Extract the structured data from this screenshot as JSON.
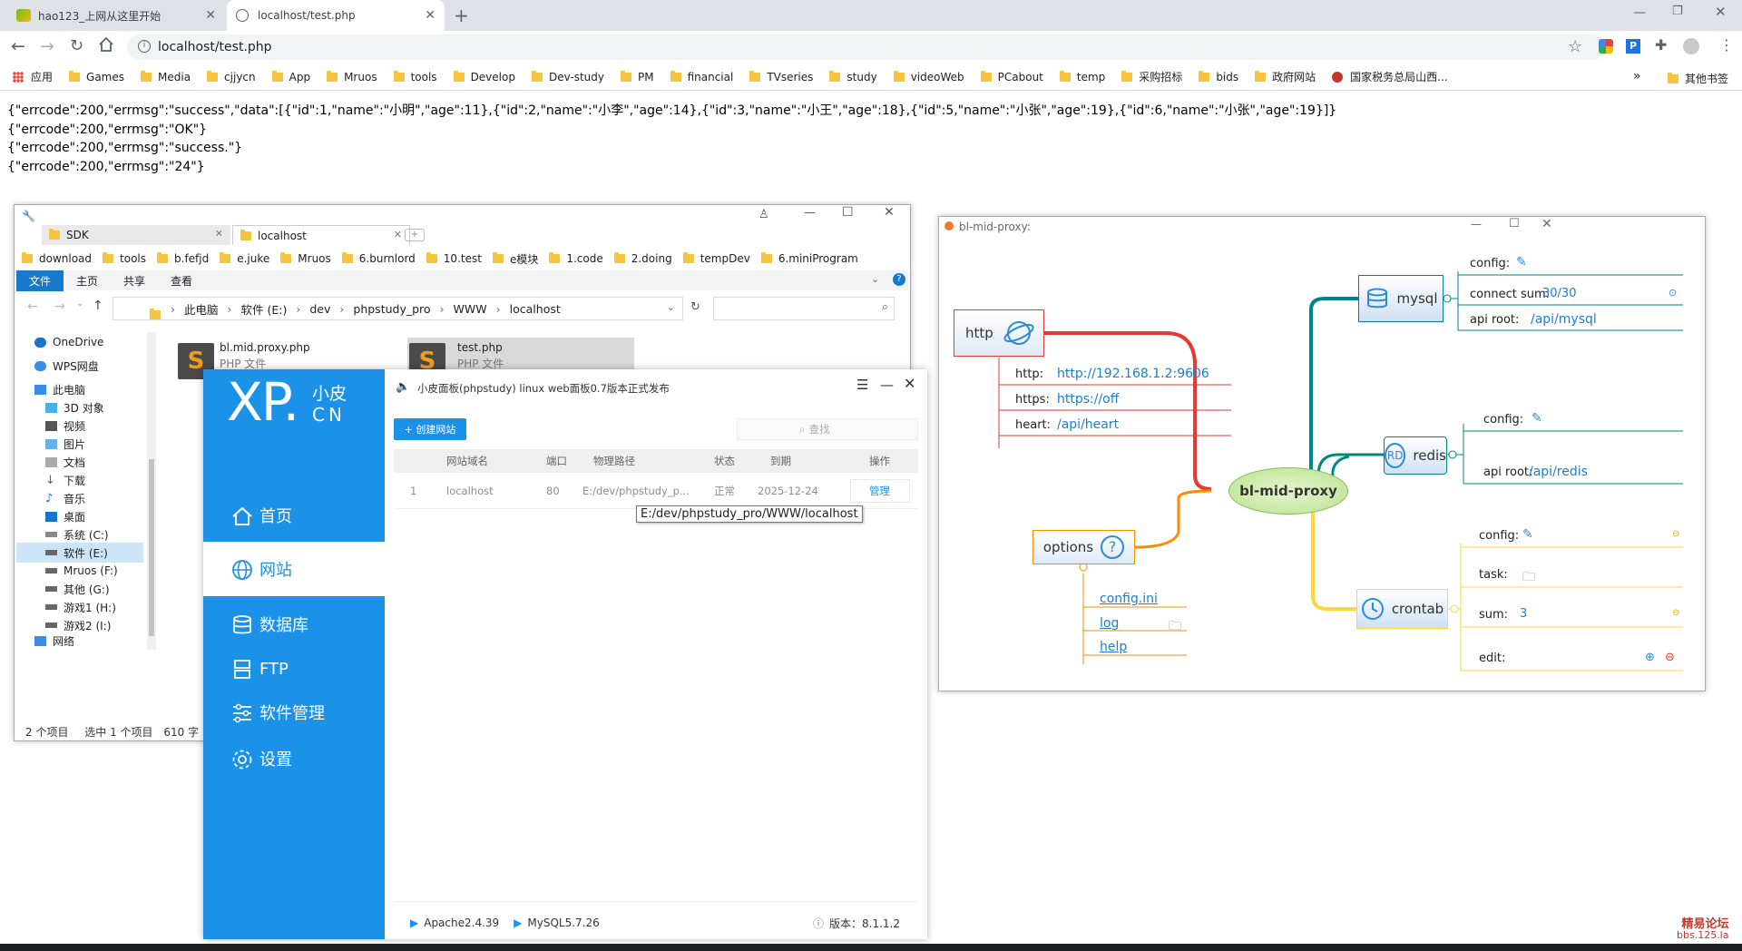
{
  "browser": {
    "tabs": [
      {
        "label": "hao123_上网从这里开始",
        "icon": "hao123-icon"
      },
      {
        "label": "localhost/test.php",
        "icon": "globe-icon"
      }
    ],
    "url": "localhost/test.php",
    "bookmarks": [
      "应用",
      "Games",
      "Media",
      "cjjycn",
      "App",
      "Mruos",
      "tools",
      "Develop",
      "Dev-study",
      "PM",
      "financial",
      "TVseries",
      "study",
      "videoWeb",
      "PCabout",
      "temp",
      "采购招标",
      "bids",
      "政府网站",
      "国家税务总局山西..."
    ],
    "other_bookmarks": "其他书签"
  },
  "page_output": [
    "{\"errcode\":200,\"errmsg\":\"success\",\"data\":[{\"id\":1,\"name\":\"小明\",\"age\":11},{\"id\":2,\"name\":\"小李\",\"age\":14},{\"id\":3,\"name\":\"小王\",\"age\":18},{\"id\":5,\"name\":\"小张\",\"age\":19},{\"id\":6,\"name\":\"小张\",\"age\":19}]}",
    "{\"errcode\":200,\"errmsg\":\"OK\"}",
    "{\"errcode\":200,\"errmsg\":\"success.\"}",
    "{\"errcode\":200,\"errmsg\":\"24\"}"
  ],
  "explorer": {
    "tabs": [
      "SDK",
      "localhost"
    ],
    "quick_folders": [
      "download",
      "tools",
      "b.fefjd",
      "e.juke",
      "Mruos",
      "6.burnlord",
      "10.test",
      "e模块",
      "1.code",
      "2.doing",
      "tempDev",
      "6.miniProgram"
    ],
    "ribbon": [
      "文件",
      "主页",
      "共享",
      "查看"
    ],
    "path": [
      "此电脑",
      "软件 (E:)",
      "dev",
      "phpstudy_pro",
      "WWW",
      "localhost"
    ],
    "nav": [
      "OneDrive",
      "WPS网盘",
      "此电脑",
      "3D 对象",
      "视频",
      "图片",
      "文档",
      "下载",
      "音乐",
      "桌面",
      "系统 (C:)",
      "软件 (E:)",
      "Mruos (F:)",
      "其他 (G:)",
      "游戏1 (H:)",
      "游戏2 (I:)",
      "网络"
    ],
    "files": [
      {
        "name": "bl.mid.proxy.php",
        "type": "PHP 文件"
      },
      {
        "name": "test.php",
        "type": "PHP 文件"
      }
    ],
    "status": {
      "count": "2 个项目",
      "selected": "选中 1 个项目",
      "size": "610 字"
    }
  },
  "xp": {
    "logo": "XP.",
    "logo_small_top": "小皮",
    "logo_small_bottom": "CN",
    "title": "小皮面板(phpstudy) linux web面板0.7版本正式发布",
    "nav": [
      "首页",
      "网站",
      "数据库",
      "FTP",
      "软件管理",
      "设置"
    ],
    "create_button": "+ 创建网站",
    "search_placeholder": "查找",
    "table": {
      "headers": [
        "网站域名",
        "端口",
        "物理路径",
        "状态",
        "到期",
        "操作"
      ],
      "rows": [
        {
          "id": "1",
          "domain": "localhost",
          "port": "80",
          "path": "E:/dev/phpstudy_p...",
          "status": "正常",
          "expire": "2025-12-24",
          "action": "管理"
        }
      ]
    },
    "tooltip": "E:/dev/phpstudy_pro/WWW/localhost",
    "footer": {
      "apache": "Apache2.4.39",
      "mysql": "MySQL5.7.26",
      "version": "版本：8.1.1.2"
    }
  },
  "mindmap": {
    "title": "bl-mid-proxy:",
    "center": "bl-mid-proxy",
    "http": {
      "label": "http",
      "rows": [
        {
          "key": "http:",
          "value": "http://192.168.1.2:9606"
        },
        {
          "key": "https:",
          "value": "https://off"
        },
        {
          "key": "heart:",
          "value": "/api/heart"
        }
      ]
    },
    "options": {
      "label": "options",
      "links": [
        "config.ini",
        "log",
        "help"
      ]
    },
    "mysql": {
      "label": "mysql",
      "config": "config:",
      "connect_sum_key": "connect sum:",
      "connect_sum_val": "30/30",
      "api_root_key": "api root:",
      "api_root_val": "/api/mysql"
    },
    "redis": {
      "label": "redis",
      "config": "config:",
      "api_root_key": "api root:",
      "api_root_val": "/api/redis"
    },
    "crontab": {
      "label": "crontab",
      "config": "config:",
      "task": "task:",
      "sum_key": "sum:",
      "sum_val": "3",
      "edit": "edit:"
    }
  },
  "watermark": {
    "line1": "精易论坛",
    "line2": "bbs.125.la"
  }
}
